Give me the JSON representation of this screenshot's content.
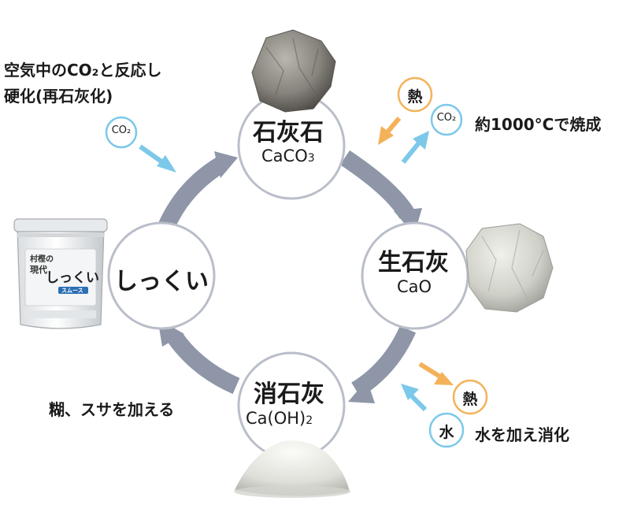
{
  "nodes": {
    "limestone": {
      "name": "石灰石",
      "formula": "CaCO",
      "formula_sub": "3"
    },
    "quicklime": {
      "name": "生石灰",
      "formula": "CaO"
    },
    "slaked_lime": {
      "name": "消石灰",
      "formula": "Ca(OH)",
      "formula_sub": "2"
    },
    "shikkui": {
      "name": "しっくい"
    }
  },
  "annotations": {
    "harden": {
      "line1": "空気中のCO₂と反応し",
      "line2": "硬化(再石灰化)"
    },
    "burn": "約1000°Cで焼成",
    "slake": "水を加え消化",
    "mix": "糊、スサを加える"
  },
  "badges": {
    "co2_left": "CO₂",
    "co2_right": "CO₂",
    "heat_top": "熱",
    "heat_bottom": "熱",
    "water": "水"
  },
  "bucket": {
    "brand_line1": "村樫の",
    "brand_line2": "現代",
    "product": "しっくい",
    "variant": "スムース"
  },
  "colors": {
    "cycle_arrow": "#8e96a8",
    "co2_blue": "#7cc8ea",
    "heat_orange": "#f3b25a",
    "node_border": "#b9bec9"
  }
}
